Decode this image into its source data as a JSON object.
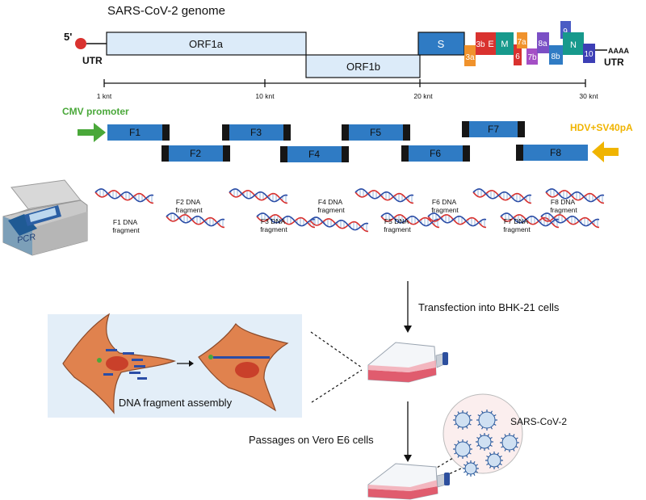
{
  "title": "SARS-CoV-2 genome",
  "genome": {
    "five_prime": "5'",
    "utr_left": "UTR",
    "utr_right": "UTR",
    "polya": "AAAA",
    "genes": {
      "orf1a": "ORF1a",
      "orf1b": "ORF1b",
      "s": "S",
      "g3a": "3a",
      "g3b": "3b",
      "e": "E",
      "m": "M",
      "g6": "6",
      "g7a": "7a",
      "g7b": "7b",
      "g8a": "8a",
      "g8b": "8b",
      "g9": "9",
      "n": "N",
      "g10": "10"
    }
  },
  "scale": {
    "ticks": [
      "1 knt",
      "10 knt",
      "20 knt",
      "30 knt"
    ]
  },
  "constructs": {
    "cmv": "CMV promoter",
    "hdv": "HDV+SV40pA",
    "fragments": [
      "F1",
      "F2",
      "F3",
      "F4",
      "F5",
      "F6",
      "F7",
      "F8"
    ]
  },
  "pcr": {
    "label": "PCR",
    "dna_labels": {
      "f1": "F1 DNA\nfragment",
      "f2": "F2 DNA\nfragment",
      "f3": "F3 DNA\nfragment",
      "f4": "F4 DNA\nfragment",
      "f5": "F5 DNA\nfragment",
      "f6": "F6 DNA\nfragment",
      "f7": "F7 DNA\nfragment",
      "f8": "F8 DNA\nfragment"
    }
  },
  "workflow": {
    "transfection": "Transfection into BHK-21 cells",
    "assembly": "DNA fragment assembly",
    "passages": "Passages on  Vero E6 cells",
    "virus": "SARS-CoV-2"
  },
  "colors": {
    "orf_fill": "#dcebf9",
    "fragment_blue": "#2f7bc4",
    "cmv_green": "#4aa83a",
    "hdv_yellow": "#f0b400",
    "cell_orange": "#e0824e",
    "panel_blue": "#e3eef8"
  }
}
